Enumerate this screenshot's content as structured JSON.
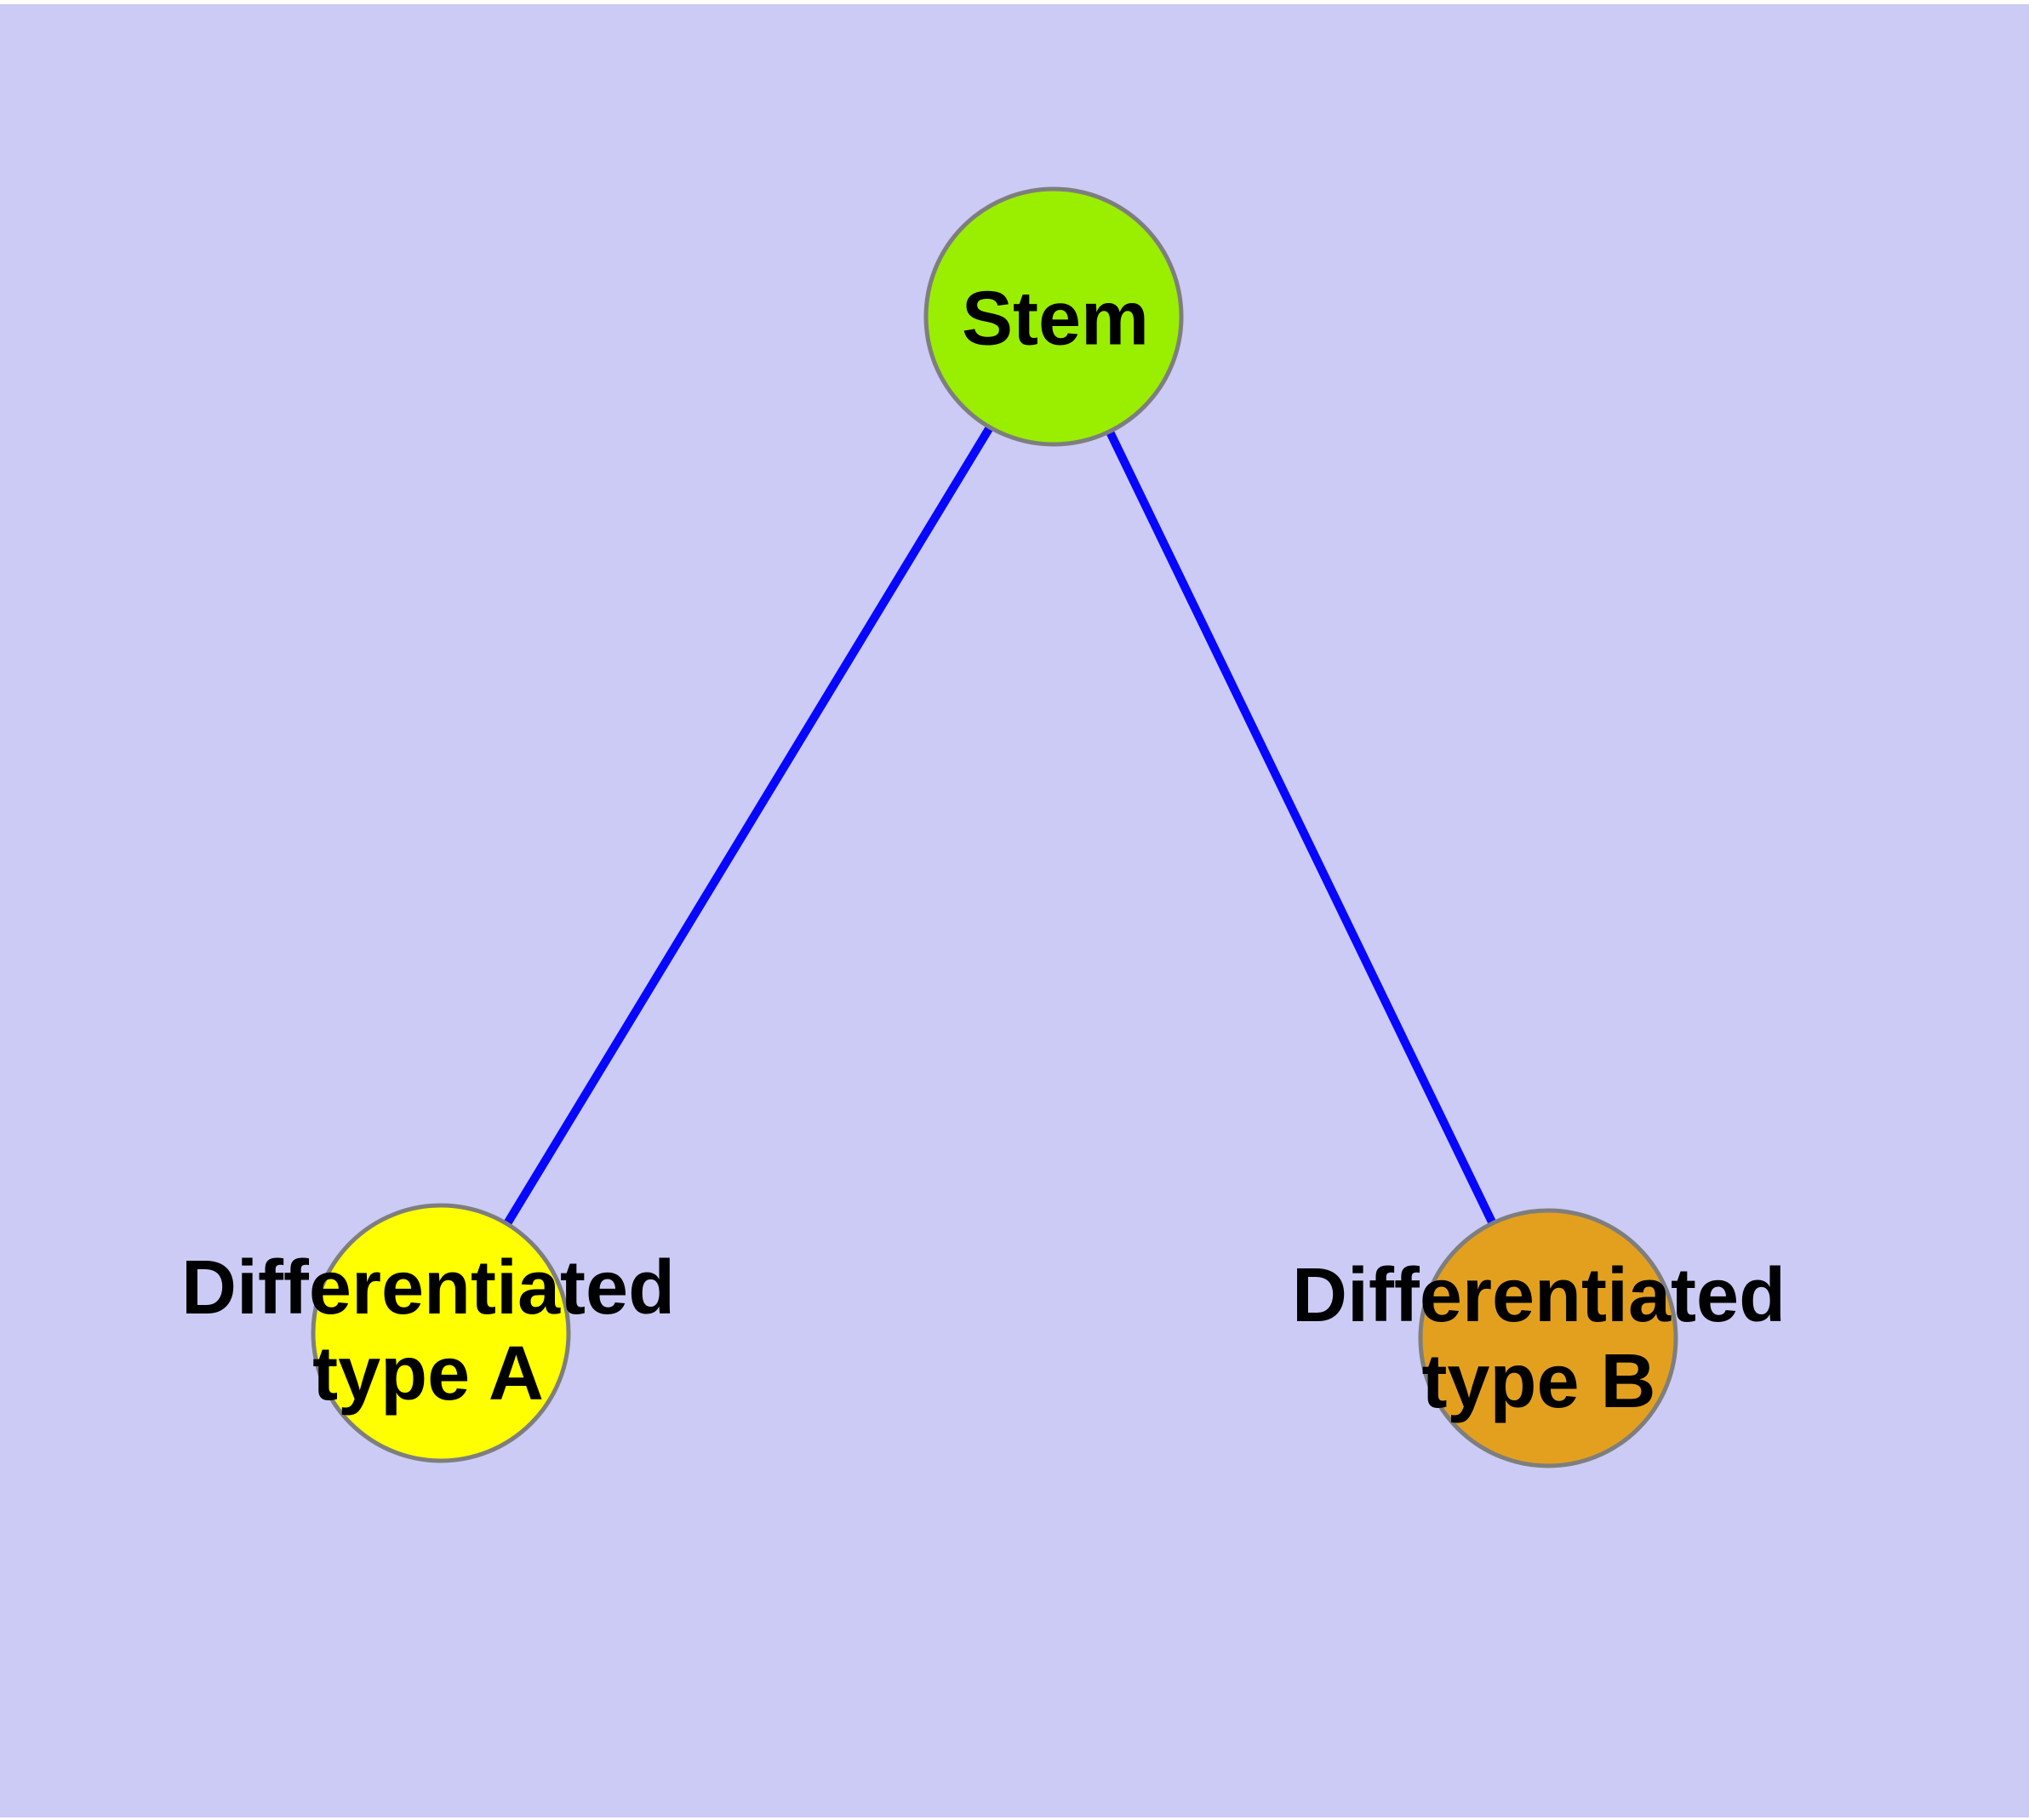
{
  "diagram": {
    "background_color": "#CBCBF5",
    "edge_color": "#0707FF",
    "node_border_color": "#7E7E7E",
    "text_color": "#000000",
    "nodes": [
      {
        "id": "stem",
        "label": "Stem",
        "color": "#9AEE00"
      },
      {
        "id": "differentiated-type-a",
        "label": "Differentiated\ntype A",
        "color": "#FFFF00"
      },
      {
        "id": "differentiated-type-b",
        "label": "Differentiated\ntype B",
        "color": "#E3A01F"
      }
    ],
    "edges": [
      {
        "from": "stem",
        "to": "differentiated-type-a"
      },
      {
        "from": "stem",
        "to": "differentiated-type-b"
      }
    ]
  }
}
